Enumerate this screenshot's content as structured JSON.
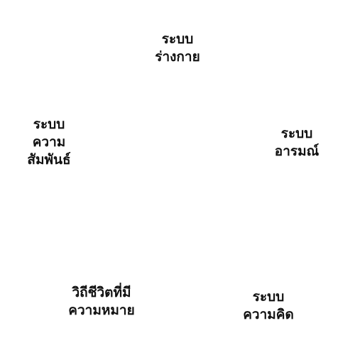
{
  "nodes": [
    {
      "id": "body",
      "lines": [
        "ระบบ",
        "ร่างกาย"
      ]
    },
    {
      "id": "relation",
      "lines": [
        "ระบบ",
        "ความ",
        "สัมพันธ์"
      ]
    },
    {
      "id": "emotion",
      "lines": [
        "ระบบ",
        "อารมณ์"
      ]
    },
    {
      "id": "meaning",
      "lines": [
        "วิถีชีวิตที่มี",
        "ความหมาย"
      ]
    },
    {
      "id": "thought",
      "lines": [
        "ระบบ",
        "ความคิด"
      ]
    }
  ],
  "colors": {
    "text": "#111111",
    "background": "#ffffff"
  }
}
